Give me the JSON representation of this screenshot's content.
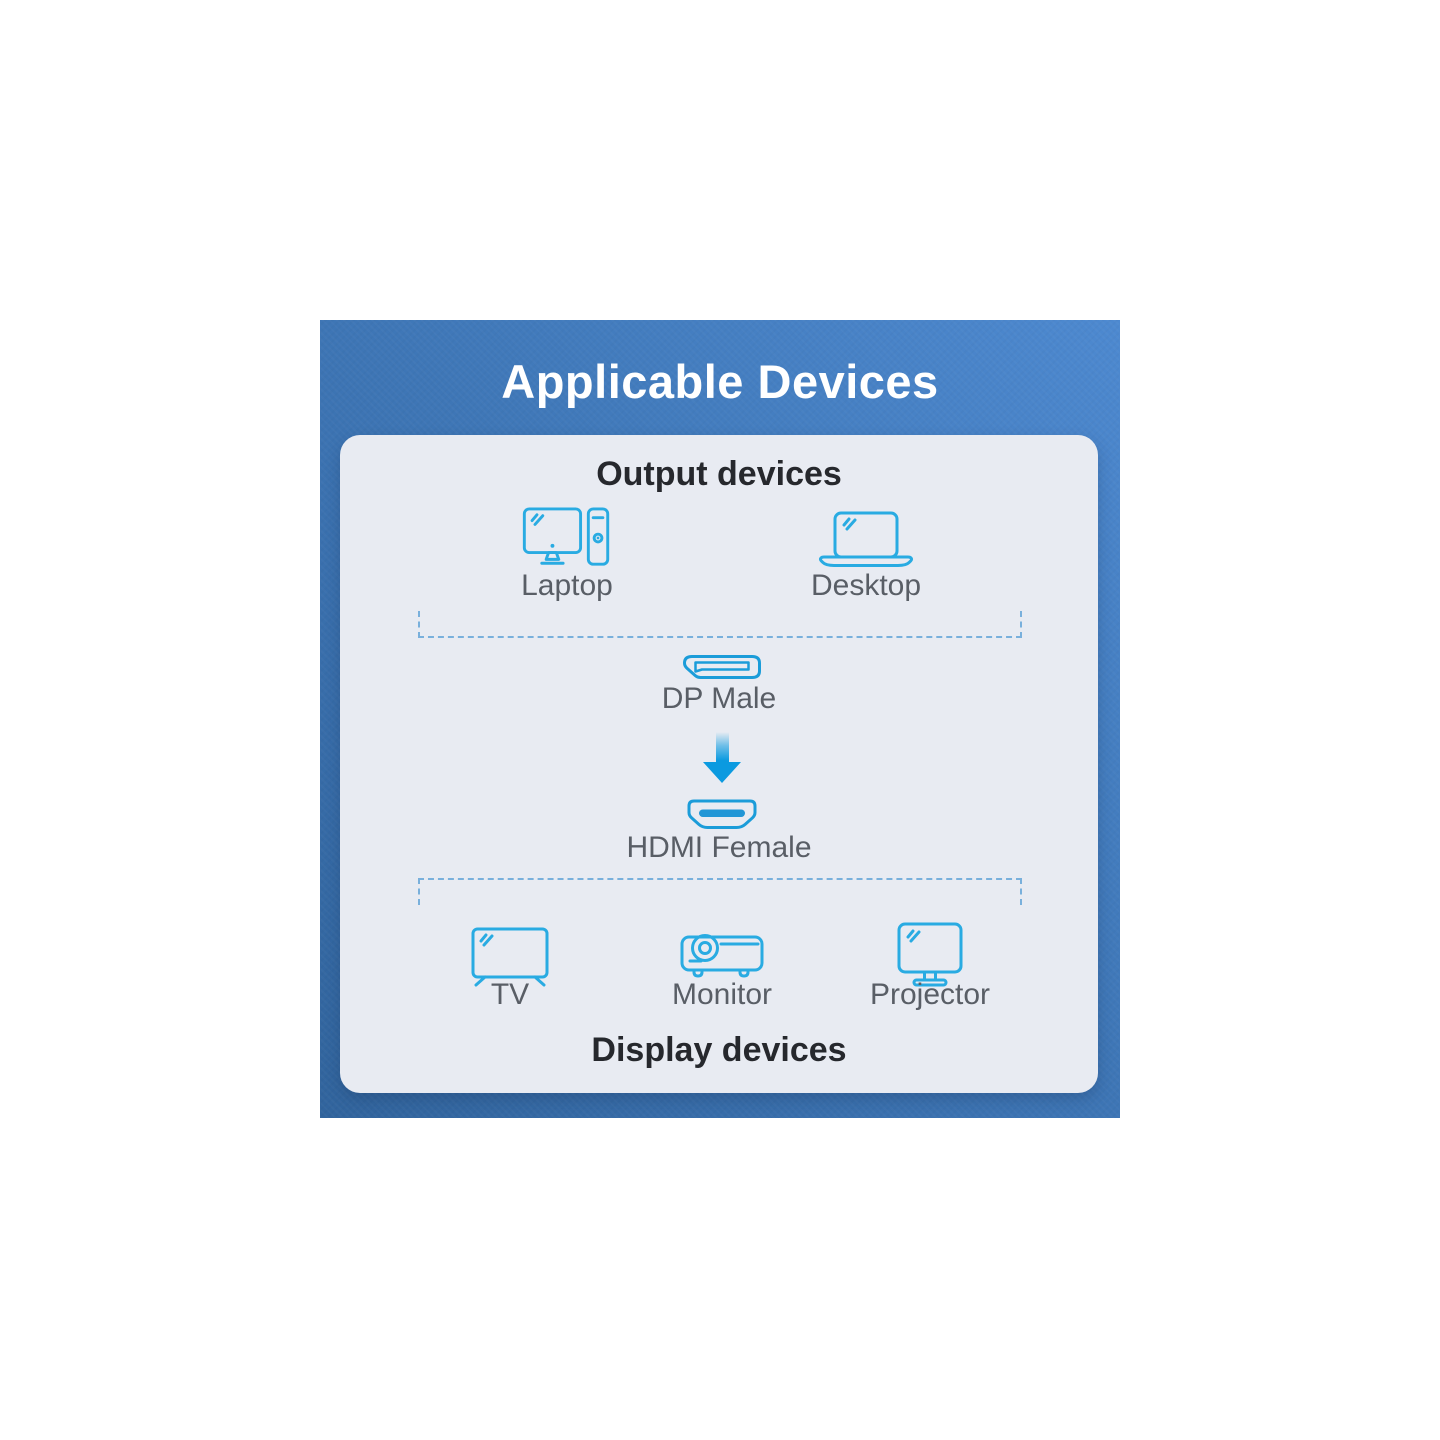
{
  "title": "Applicable Devices",
  "card": {
    "output_heading": "Output devices",
    "display_heading": "Display devices",
    "output_devices": [
      {
        "label": "Laptop",
        "icon": "desktop-computer-icon"
      },
      {
        "label": "Desktop",
        "icon": "laptop-icon"
      }
    ],
    "connector_top": {
      "label": "DP Male",
      "icon": "displayport-male-connector-icon"
    },
    "connector_bottom": {
      "label": "HDMI Female",
      "icon": "hdmi-female-connector-icon"
    },
    "display_devices": [
      {
        "label": "TV",
        "icon": "tv-icon"
      },
      {
        "label": "Monitor",
        "icon": "projector-icon"
      },
      {
        "label": "Projector",
        "icon": "monitor-icon"
      }
    ]
  },
  "colors": {
    "panel_gradient_dark": "#31649d",
    "panel_gradient_light": "#4d89d0",
    "card_background": "#e8ebf2",
    "device_icon_blue": "#29abe2",
    "connector_icon_blue": "#1b9cd9",
    "arrow_blue": "#0b9ae0",
    "bracket_dash_blue": "#79b0dc",
    "heading_text": "#26282d",
    "label_text": "#595e66",
    "title_text": "#ffffff"
  }
}
